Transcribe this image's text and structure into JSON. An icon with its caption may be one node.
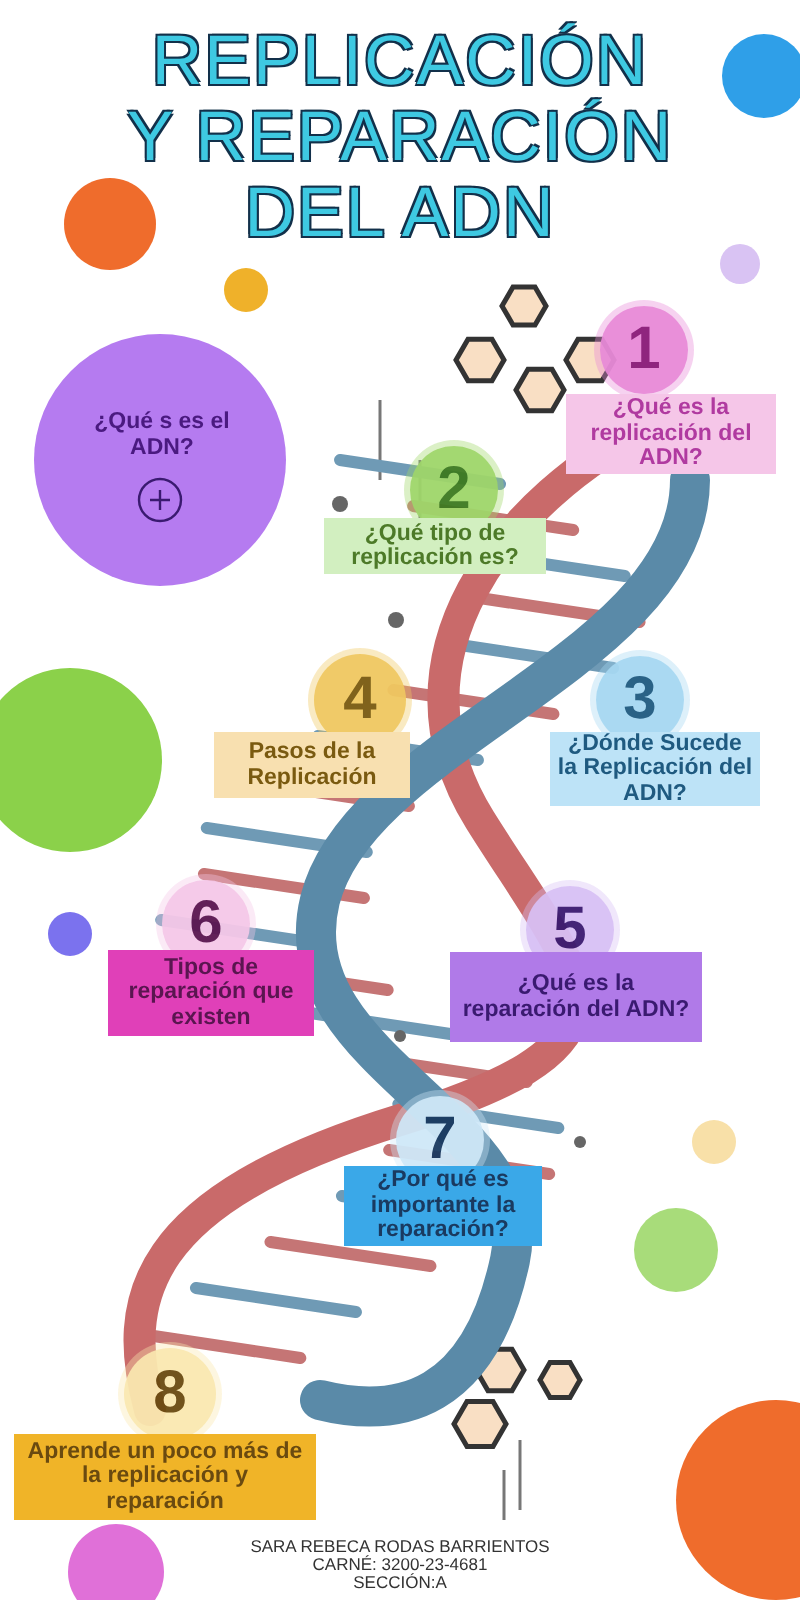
{
  "diagram": {
    "title": "REPLICACIÓN Y REPARACIÓN DEL ADN",
    "nodes": [
      {
        "text": [
          "¿Qué s es el ADN?"
        ]
      },
      {
        "text": [
          "1",
          "¿Qué es la replicación del ADN?"
        ]
      },
      {
        "text": [
          "2",
          "¿Qué tipo de replicación es?"
        ]
      },
      {
        "text": [
          "4",
          "Pasos de la Replicación"
        ]
      },
      {
        "text": [
          "3",
          "¿Dónde Sucede la Replicación del ADN?"
        ]
      },
      {
        "text": [
          "6",
          "Tipos de reparación que existen"
        ]
      },
      {
        "text": [
          "5",
          "¿Qué es la reparación del ADN?"
        ]
      },
      {
        "text": [
          "7",
          "¿Por qué es importante la reparación?"
        ]
      },
      {
        "text": [
          "8",
          "Aprende un poco más de la replicación y reparación"
        ]
      }
    ],
    "edges": [],
    "labels": [
      "SARA REBECA RODAS BARRIENTOS",
      "CARNÉ: 3200-23-4681",
      "SECCIÓN:A"
    ]
  }
}
